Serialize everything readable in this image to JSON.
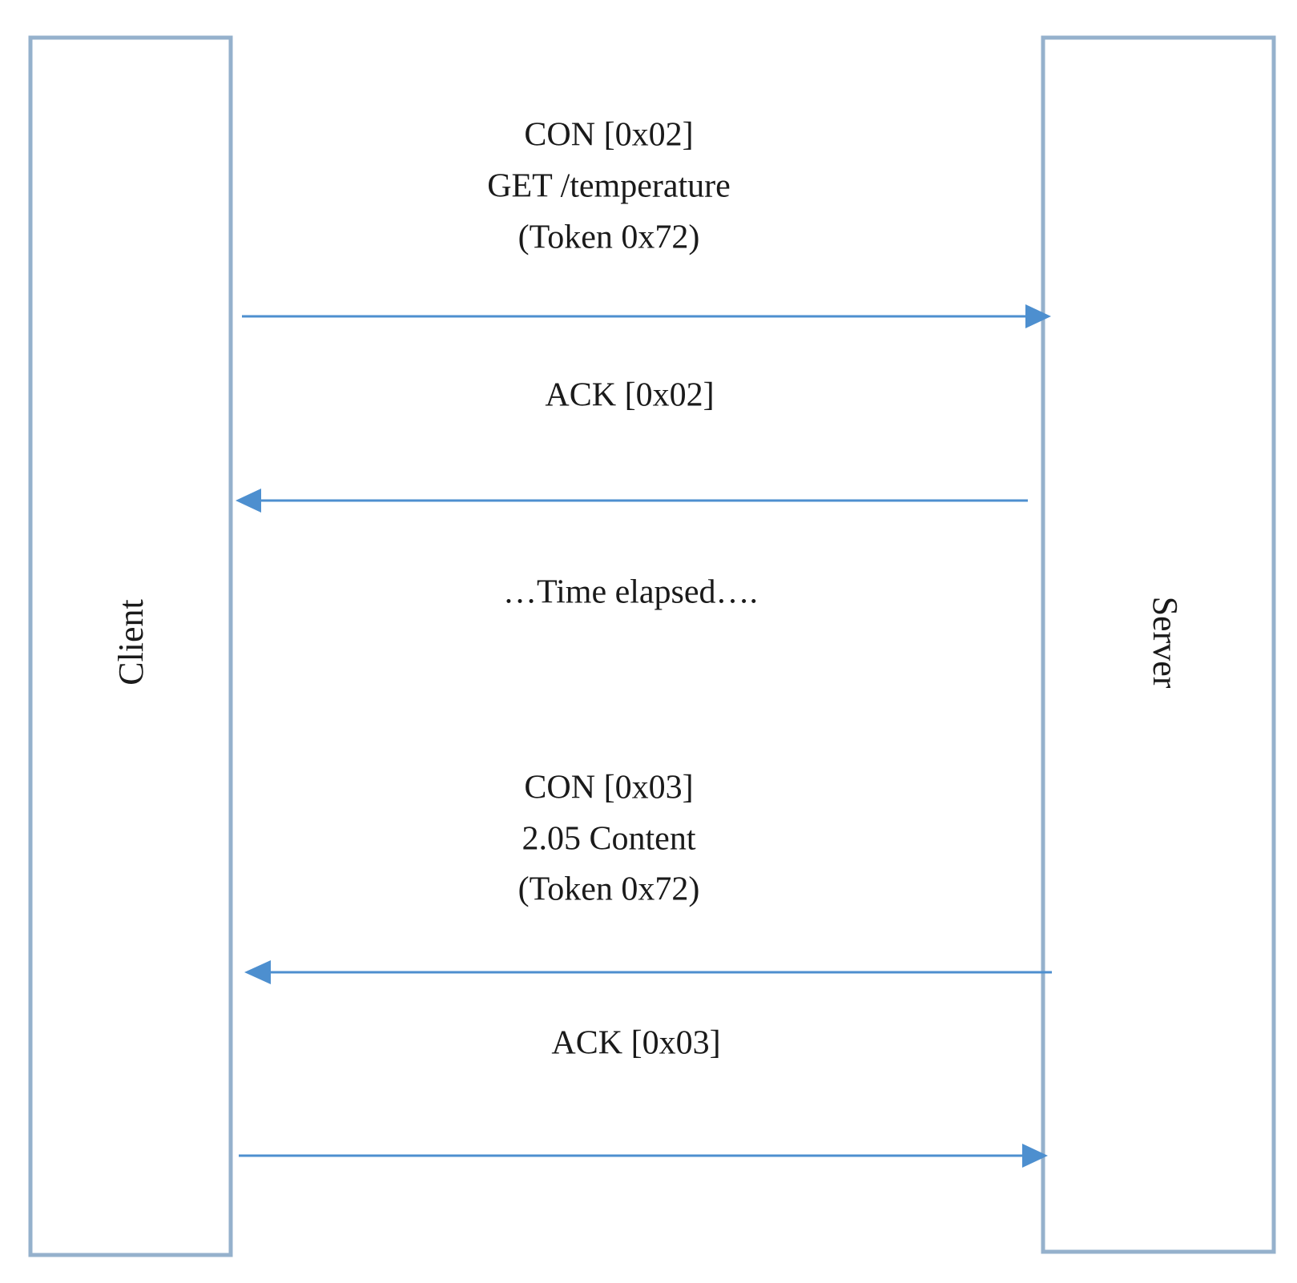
{
  "participants": {
    "client": "Client",
    "server": "Server"
  },
  "messages": [
    {
      "lines": [
        "CON [0x02]",
        "GET /temperature",
        "(Token 0x72)"
      ],
      "direction": "client-to-server"
    },
    {
      "lines": [
        "ACK [0x02]"
      ],
      "direction": "server-to-client"
    },
    {
      "lines": [
        "CON [0x03]",
        "2.05 Content",
        "(Token 0x72)"
      ],
      "direction": "server-to-client"
    },
    {
      "lines": [
        "ACK [0x03]"
      ],
      "direction": "client-to-server"
    }
  ],
  "note": "…Time elapsed….",
  "colors": {
    "lifeline_border": "#95b1cc",
    "arrow": "#4d8fcf",
    "text": "#1a1a1a"
  }
}
